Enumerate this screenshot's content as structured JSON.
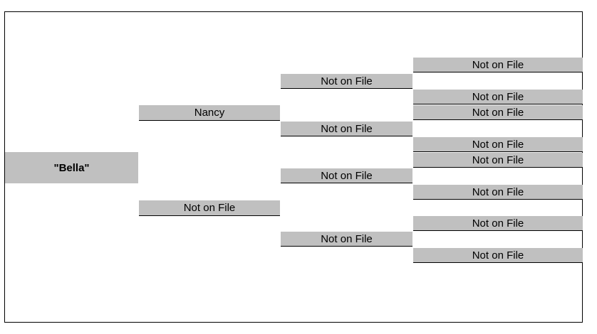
{
  "pedigree": {
    "subject": "\"Bella\"",
    "parents": [
      "Nancy",
      "Not on File"
    ],
    "grandparents": [
      "Not on File",
      "Not on File",
      "Not on File",
      "Not on File"
    ],
    "great_grandparents": [
      "Not on File",
      "Not on File",
      "Not on File",
      "Not on File",
      "Not on File",
      "Not on File",
      "Not on File",
      "Not on File"
    ]
  }
}
